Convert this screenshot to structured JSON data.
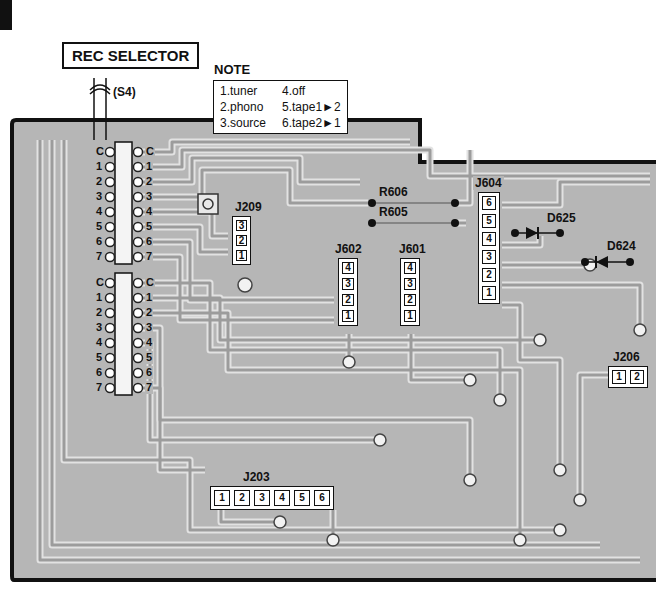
{
  "diagram": {
    "nodes": [
      {
        "text": [
          "REC SELECTOR"
        ]
      },
      {
        "text": [
          "NOTE",
          "1.tuner",
          "4.off",
          "2.phono",
          "5.tape1►2",
          "3.source",
          "6.tape2►1"
        ]
      },
      {
        "text": [
          "J209",
          "3",
          "2",
          "1"
        ]
      },
      {
        "text": [
          "J602",
          "4",
          "3",
          "2",
          "1"
        ]
      },
      {
        "text": [
          "J601",
          "4",
          "3",
          "2",
          "1"
        ]
      },
      {
        "text": [
          "J604",
          "6",
          "5",
          "4",
          "3",
          "2",
          "1"
        ]
      },
      {
        "text": [
          "J203",
          "1",
          "2",
          "3",
          "4",
          "5",
          "6"
        ]
      },
      {
        "text": [
          "J206",
          "1",
          "2"
        ]
      }
    ],
    "labels": [
      "(S4)",
      "C",
      "1",
      "2",
      "3",
      "4",
      "5",
      "6",
      "7",
      "C",
      "1",
      "2",
      "3",
      "4",
      "5",
      "6",
      "7",
      "C",
      "1",
      "2",
      "3",
      "4",
      "5",
      "6",
      "7",
      "C",
      "1",
      "2",
      "3",
      "4",
      "5",
      "6",
      "7",
      "R606",
      "R605",
      "D625",
      "D624"
    ]
  }
}
